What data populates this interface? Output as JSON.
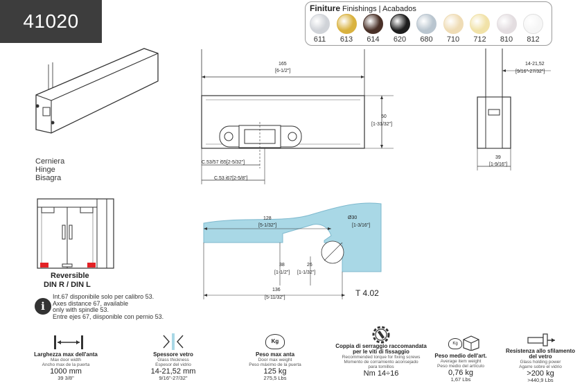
{
  "product_code": "41020",
  "finishes": {
    "title_bold": "Finiture",
    "title_rest": " Finishings | Acabados",
    "swatches": [
      {
        "code": "611",
        "color": "#d0d3d8"
      },
      {
        "code": "613",
        "color": "#d9b23f"
      },
      {
        "code": "614",
        "color": "#4a3128"
      },
      {
        "code": "620",
        "color": "#1e1e1e"
      },
      {
        "code": "680",
        "color": "#b9c5cf"
      },
      {
        "code": "710",
        "color": "#efdcb5"
      },
      {
        "code": "712",
        "color": "#f1e2a8"
      },
      {
        "code": "810",
        "color": "#e3dde0"
      },
      {
        "code": "812",
        "color": "#f6f6f6"
      }
    ]
  },
  "hinge_label": {
    "line1": "Cerniera",
    "line2": "Hinge",
    "line3": "Bisagra"
  },
  "door": {
    "title": "Reversible",
    "subtitle": "DIN R / DIN L"
  },
  "front_dims": {
    "width": "165",
    "width_in": "[6-1/2\"]",
    "height": "50",
    "height_in": "[1-31/32\"]",
    "c53": "C.53/57  i55[2-5/32\"]",
    "c67": "C.53 i67[2-5/8\"]"
  },
  "side_dims": {
    "glass": "14-21,52",
    "glass_in": "[9/16\"-27/32\"]",
    "depth": "39",
    "depth_in": "[1-9/16\"]"
  },
  "cut_dims": {
    "length": "128",
    "length_in": "[5-1/32\"]",
    "diameter": "Ø30",
    "diameter_in": "[1-3/16\"]",
    "h38": "38",
    "h38_in": "[1-1/2\"]",
    "h26": "26",
    "h26_in": "[1-1/32\"]",
    "total": "136",
    "total_in": "[5-11/32\"]",
    "tag": "T 4.02"
  },
  "info_notes": [
    "Int.67 disponibile solo per calibro 53.",
    "Axes distance 67, available",
    "only with spindle 53.",
    "Entre ejes 67, diisponible con pernio 53."
  ],
  "specs": [
    {
      "t1": "Larghezza max dell'anta",
      "t2a": "Max door width",
      "t2b": "Ancho max de la puerta",
      "v1": "1000 mm",
      "v2": "39 3/8\""
    },
    {
      "t1": "Spessore vetro",
      "t2a": "Glass thickness",
      "t2b": "Espesor del vidrio",
      "v1": "14-21,52 mm",
      "v2": "9/16\"-27/32\""
    },
    {
      "t1": "Peso max anta",
      "t2a": "Door max weight",
      "t2b": "Peso máximo de la puerta",
      "v1": "125 kg",
      "v2": "275,5 Lbs"
    },
    {
      "t1": "Coppia di serraggio raccomandata",
      "t1b": "per le viti di fissaggio",
      "t2a": "Recommended torque for fixing screws",
      "t2b": "Momento de corramiento aconsejado",
      "t2c": "para tornillos",
      "v1": "Nm 14÷16"
    },
    {
      "t1": "Peso medio dell'art.",
      "t2a": "Average item weight",
      "t2b": "Peso medio del artículo",
      "v1": "0,76 kg",
      "v2": "1,67 Lbs"
    },
    {
      "t1": "Resistenza allo sfilamento",
      "t1b": "del vetro",
      "t2a": "Glass holding power",
      "t2b": "Agarre sobre el vidrio",
      "v1": ">200 kg",
      "v2": ">440,9 Lbs"
    }
  ],
  "weight_badge": "Kg",
  "weight_badge_small": "Kg"
}
